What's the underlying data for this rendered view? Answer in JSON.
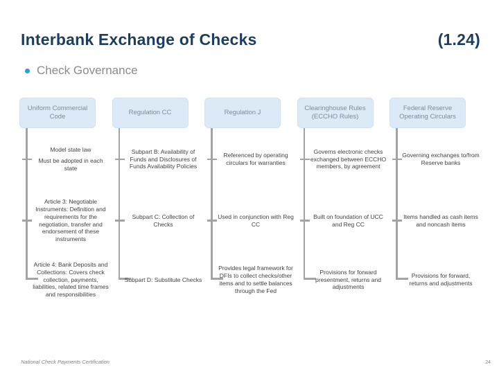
{
  "slide": {
    "title": "Interbank Exchange of Checks",
    "slide_ref": "(1.24)",
    "subtitle": "Check Governance",
    "footer": "National Check Payments Certification",
    "page_number": "24"
  },
  "colors": {
    "title": "#1d3e5a",
    "subtitle_text": "#8a8a8a",
    "bullet": "#2f9cd8",
    "box_bg": "#dce9f6",
    "box_border": "#d0e1f1",
    "box_text": "#7e8c99",
    "line": "#a3a3a3",
    "item_text": "#3f3f3f",
    "footer_text": "#808080"
  },
  "columns": [
    {
      "header": "Uniform Commercial Code",
      "items": [
        [
          "Model state law",
          "Must be adopted in each state"
        ],
        [
          "Article 3: Negotiable Instruments: Definition and requirements for the negotiation, transfer and endorsement of these instruments"
        ],
        [
          "Article 4: Bank Deposits and Collections: Covers check collection, payments, liabilities, related time frames and responsibilities"
        ]
      ]
    },
    {
      "header": "Regulation CC",
      "items": [
        [
          "Subpart B: Availability of Funds and Disclosures of Funds Availability Policies"
        ],
        [
          "Subpart C: Collection of Checks"
        ],
        [
          "Subpart D: Substitute Checks"
        ]
      ]
    },
    {
      "header": "Regulation J",
      "items": [
        [
          "Referenced by operating circulars for warranties"
        ],
        [
          "Used in conjunction with Reg CC"
        ],
        [
          "Provides legal framework for DFIs to collect checks/other items and to settle balances through the Fed"
        ]
      ]
    },
    {
      "header": "Clearinghouse Rules (ECCHO Rules)",
      "items": [
        [
          "Governs electronic checks exchanged between ECCHO members, by agreement"
        ],
        [
          "Built on foundation of UCC and Reg CC"
        ],
        [
          "Provisions for forward presentment, returns and adjustments"
        ]
      ]
    },
    {
      "header": "Federal Reserve Operating Circulars",
      "items": [
        [
          "Governing exchanges to/from Reserve banks"
        ],
        [
          "Items handled as cash items and noncash items"
        ],
        [
          "Provisions for forward, returns and adjustments"
        ]
      ]
    }
  ]
}
